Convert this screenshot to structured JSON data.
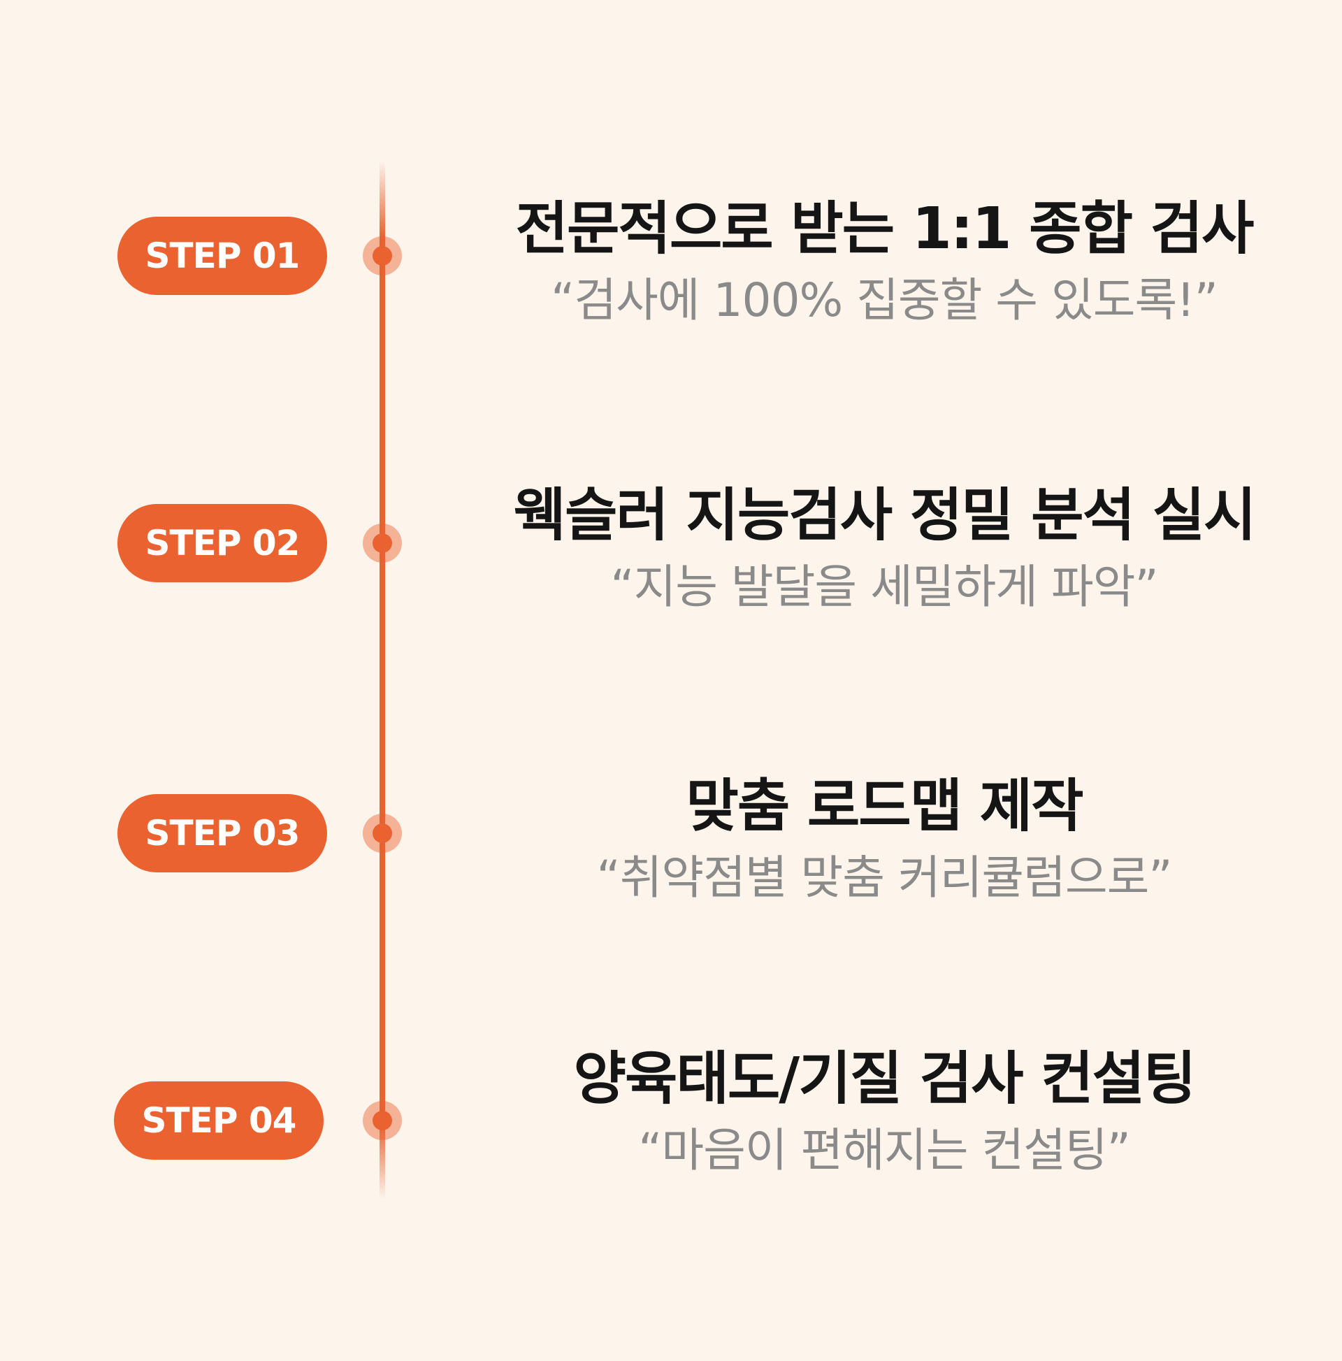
{
  "steps": [
    {
      "badge": "STEP 01",
      "title": "전문적으로 받는 1:1 종합 검사",
      "subtitle": "“검사에 100% 집중할 수 있도록!”"
    },
    {
      "badge": "STEP 02",
      "title": "웩슬러 지능검사 정밀 분석 실시",
      "subtitle": "“지능 발달을 세밀하게 파악”"
    },
    {
      "badge": "STEP 03",
      "title": "맞춤 로드맵 제작",
      "subtitle": "“취약점별 맞춤 커리큘럼으로”"
    },
    {
      "badge": "STEP 04",
      "title": "양육태도/기질 검사 컨설팅",
      "subtitle": "“마음이 편해지는 컨설팅”"
    }
  ],
  "colors": {
    "background": "#FDF5EB",
    "accent": "#E96230",
    "title": "#151515",
    "subtitle": "#8A8A8A"
  }
}
